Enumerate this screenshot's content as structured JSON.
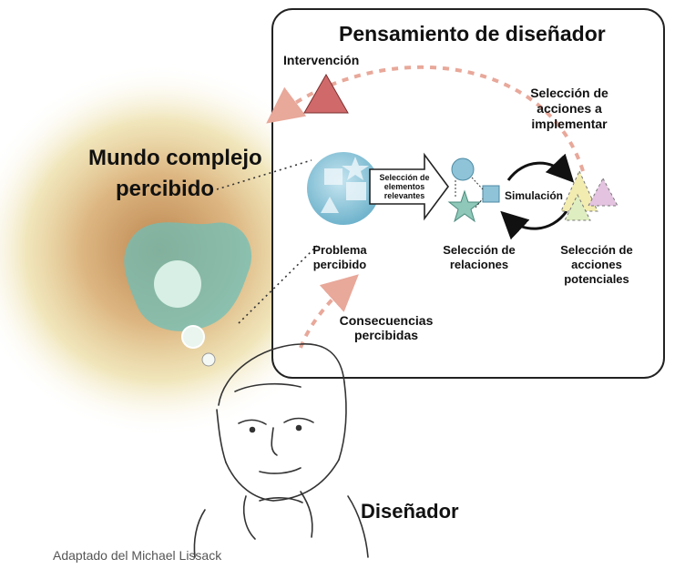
{
  "title": "Pensamiento de diseñador",
  "world": {
    "line1": "Mundo complejo",
    "line2": "percibido"
  },
  "intervention": "Intervención",
  "selection_actions_implement": {
    "line1": "Selección de",
    "line2": "acciones a",
    "line3": "implementar"
  },
  "selection_elements": {
    "line1": "Selección de",
    "line2": "elementos",
    "line3": "relevantes"
  },
  "simulation": "Simulación",
  "problem": {
    "line1": "Problema",
    "line2": "percibido"
  },
  "selection_relations": {
    "line1": "Selección de",
    "line2": "relaciones"
  },
  "selection_actions_potential": {
    "line1": "Selección de",
    "line2": "acciones",
    "line3": "potenciales"
  },
  "consequences": {
    "line1": "Consecuencias",
    "line2": "percibidas"
  },
  "designer": "Diseñador",
  "credit": "Adaptado del Michael Lissack",
  "colors": {
    "accent_dashed": "#e8a89a",
    "triangle_red": "#d06a6a",
    "shape_blue": "#8fc3d8",
    "star_teal": "#8fc8b8"
  }
}
